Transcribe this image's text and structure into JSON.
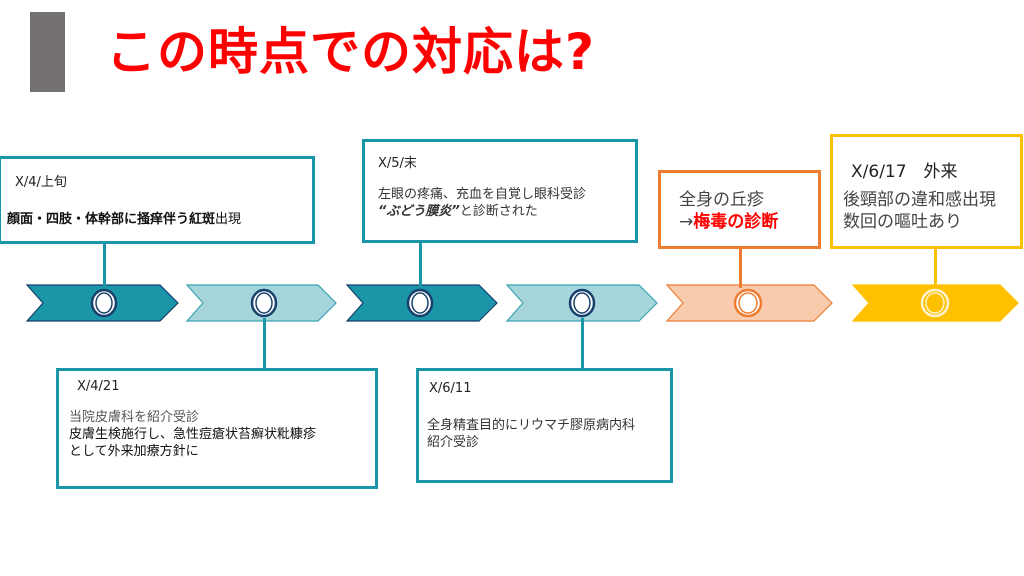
{
  "slide": {
    "title": "この時点での対応は?"
  },
  "colors": {
    "title": "#ff0000",
    "title_bar": "#757171",
    "teal_dark": "#1b95a8",
    "teal_light": "#a6d6dc",
    "orange_light": "#f8cbad",
    "orange": "#ed7d31",
    "yellow": "#ffc000",
    "highlight_red": "#ff0000"
  },
  "events": [
    {
      "date": "X/4/上旬",
      "lines": [
        {
          "segments": [
            {
              "text": "顔面・四肢・体幹部に掻痒伴う紅斑",
              "style": "bold"
            },
            {
              "text": "出現",
              "style": "normal"
            }
          ]
        }
      ]
    },
    {
      "date": "X/4/21",
      "lines": [
        {
          "segments": [
            {
              "text": "当院皮膚科を紹介受診",
              "style": "normal"
            }
          ]
        },
        {
          "segments": [
            {
              "text": "皮膚生検施行し、急性痘瘡状苔癬状粃糠疹",
              "style": "dark"
            }
          ]
        },
        {
          "segments": [
            {
              "text": "として外来加療方針に",
              "style": "dark"
            }
          ]
        }
      ]
    },
    {
      "date": "X/5/末",
      "lines": [
        {
          "segments": [
            {
              "text": "左眼の疼痛、充血を自覚し眼科受診",
              "style": "normal"
            }
          ]
        },
        {
          "segments": [
            {
              "text": "“ぶどう膜炎”",
              "style": "bold-italic"
            },
            {
              "text": "と診断された",
              "style": "normal"
            }
          ]
        }
      ]
    },
    {
      "date": "X/6/11",
      "lines": [
        {
          "segments": [
            {
              "text": "全身精査目的にリウマチ膠原病内科",
              "style": "normal"
            }
          ]
        },
        {
          "segments": [
            {
              "text": "紹介受診",
              "style": "normal"
            }
          ]
        }
      ]
    },
    {
      "lines": [
        {
          "segments": [
            {
              "text": "全身の丘疹",
              "style": "normal"
            }
          ]
        },
        {
          "segments": [
            {
              "text": "→",
              "style": "normal"
            },
            {
              "text": "梅毒の診断",
              "style": "red"
            }
          ]
        }
      ]
    },
    {
      "date": "X/6/17　外来",
      "lines": [
        {
          "segments": [
            {
              "text": "後頸部の違和感出現",
              "style": "normal"
            }
          ]
        },
        {
          "segments": [
            {
              "text": "数回の嘔吐あり",
              "style": "normal"
            }
          ]
        }
      ]
    }
  ],
  "timeline": {
    "markers": [
      {
        "fill": "#1b95a8",
        "stroke": "#17406d",
        "ring": "#17406d"
      },
      {
        "fill": "#a6d6dc",
        "stroke": "#3aa2b4",
        "ring": "#17406d"
      },
      {
        "fill": "#1b95a8",
        "stroke": "#17406d",
        "ring": "#17406d"
      },
      {
        "fill": "#a6d6dc",
        "stroke": "#3aa2b4",
        "ring": "#17406d"
      },
      {
        "fill": "#f8cbad",
        "stroke": "#ed7d31",
        "ring": "#ed7d31"
      },
      {
        "fill": "#ffc000",
        "stroke": "#ffc000",
        "ring": "#fff2cc"
      }
    ]
  }
}
